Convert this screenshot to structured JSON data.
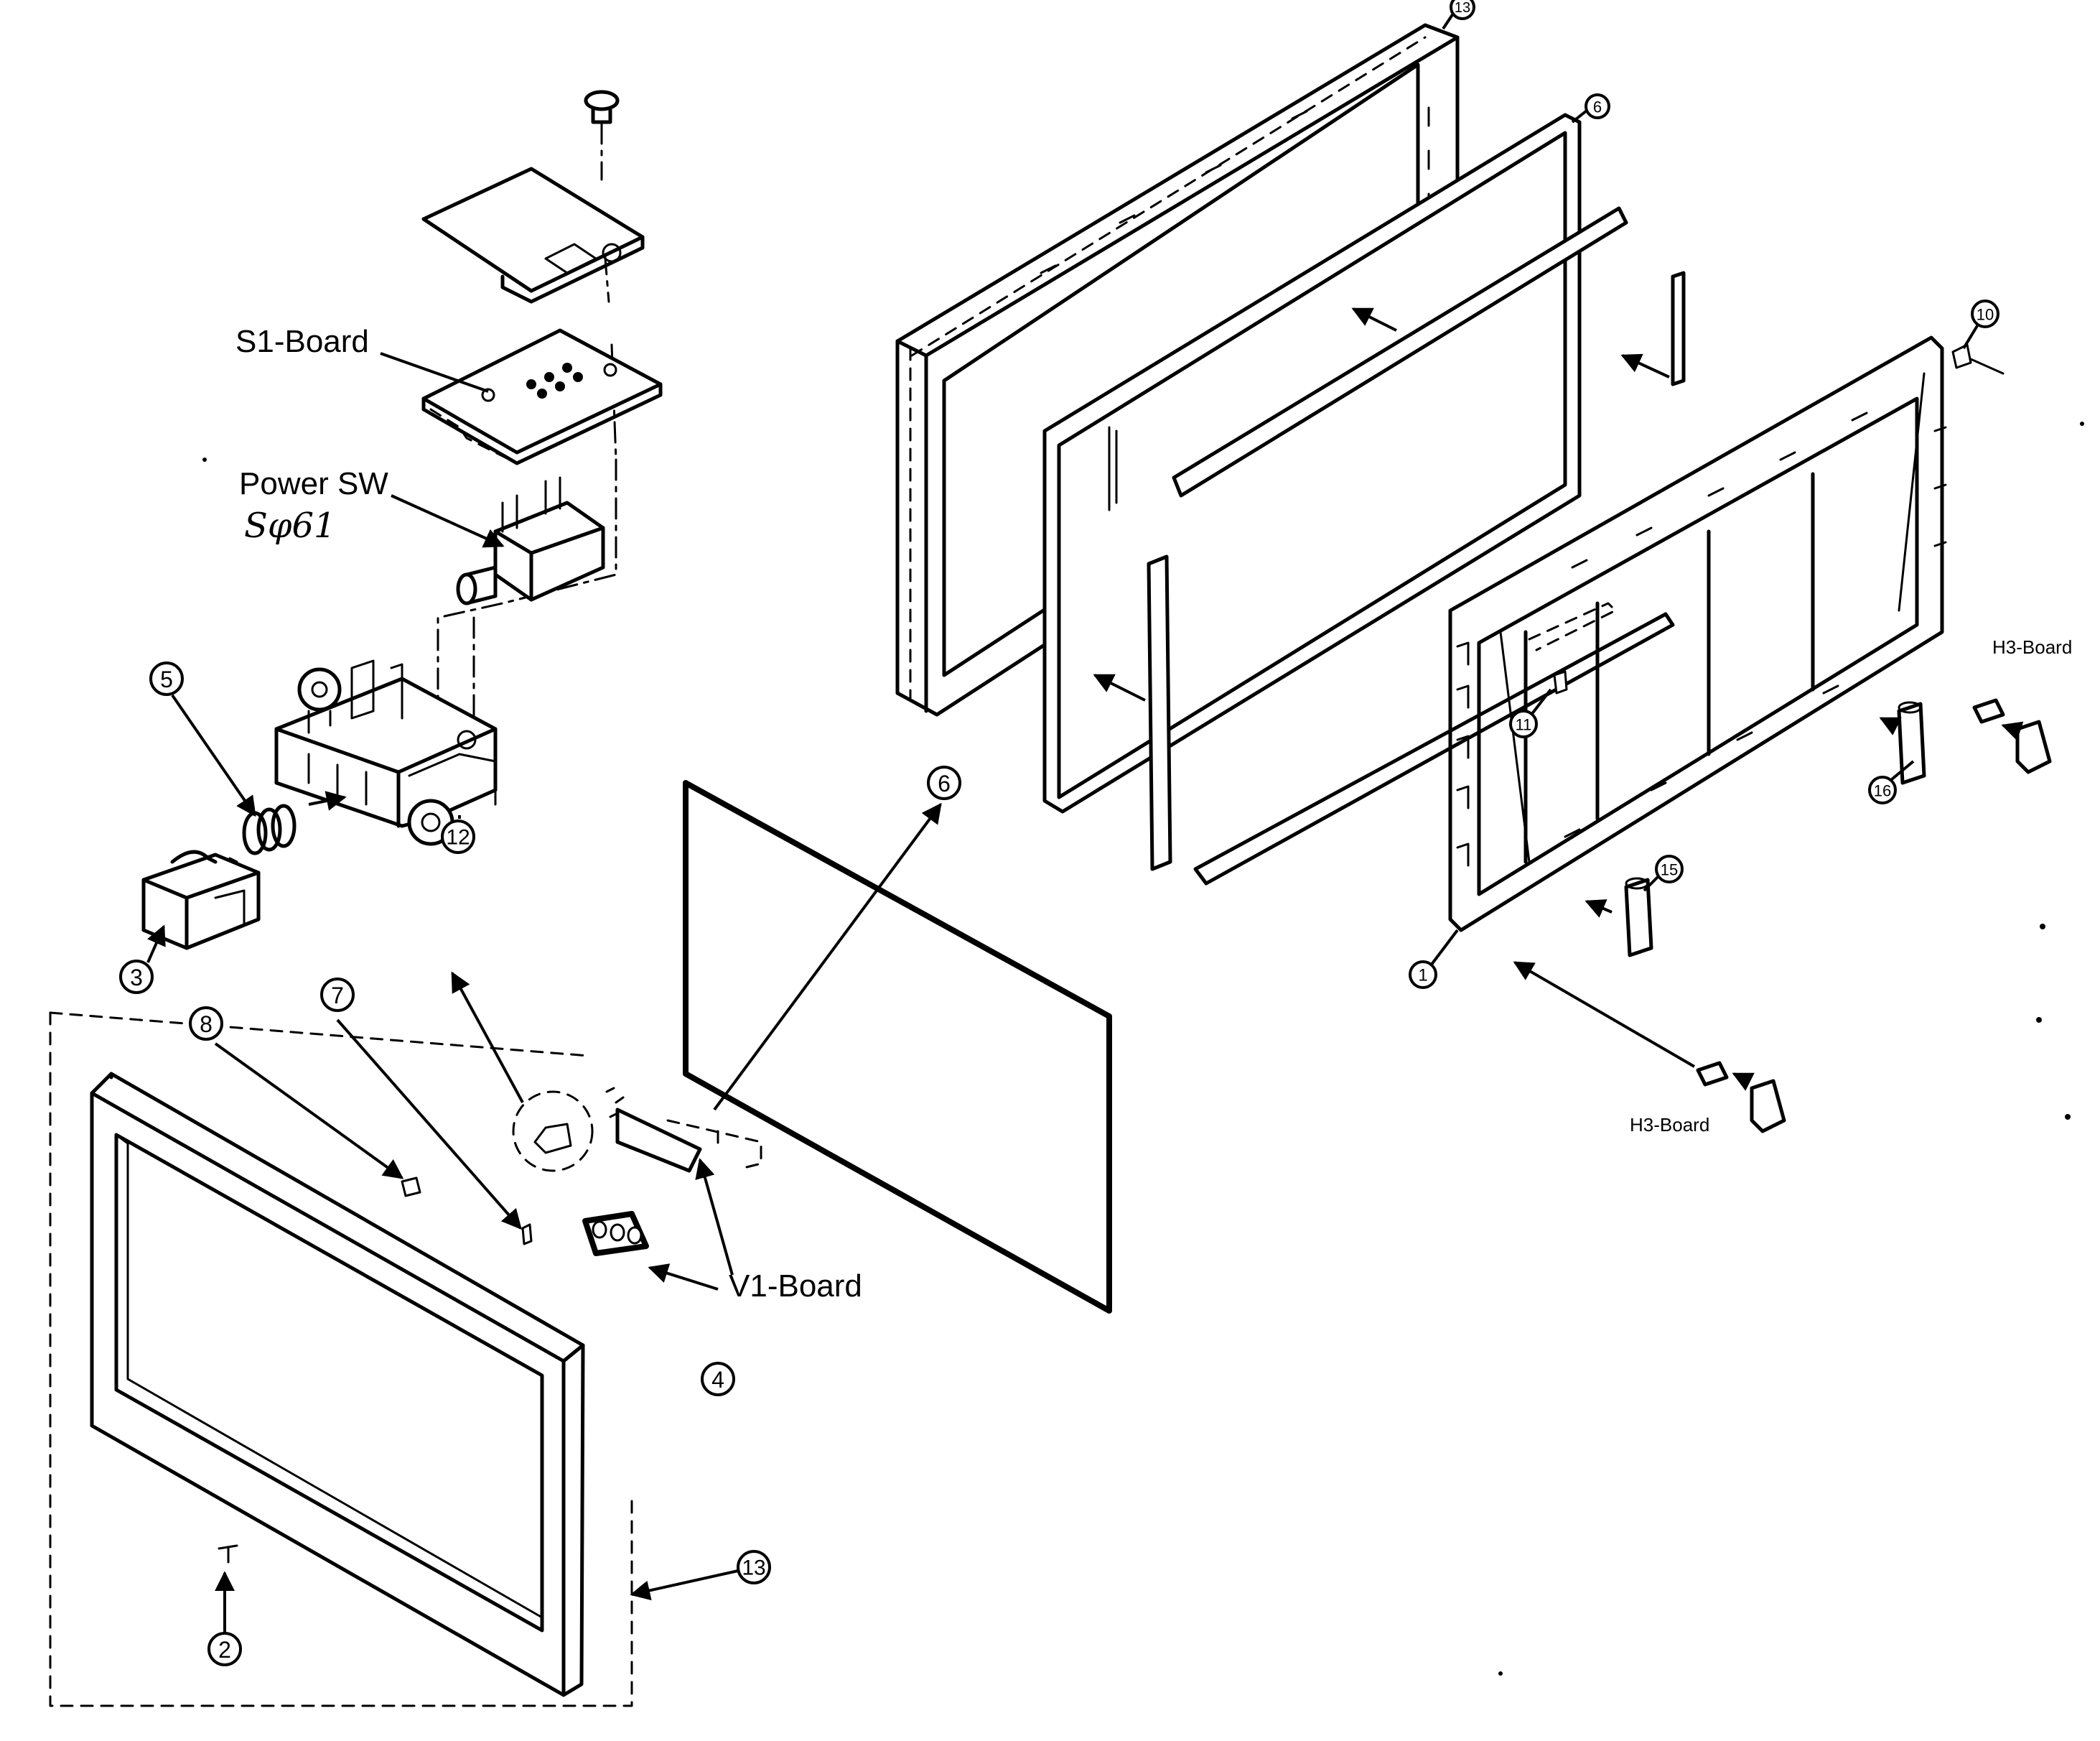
{
  "diagram": {
    "labels": {
      "s1_board": "S1-Board",
      "power_sw": "Power SW",
      "power_sw_note": "Sφ61",
      "v1_board": "V1-Board",
      "h3_board_top": "H3-Board",
      "h3_board_bottom": "H3-Board"
    },
    "callouts": {
      "c1": "1",
      "c2": "2",
      "c3": "3",
      "c4": "4",
      "c5": "5",
      "c6_large": "6",
      "c6_small": "6",
      "c7": "7",
      "c8": "8",
      "c10": "10",
      "c11": "11",
      "c12": "12",
      "c13_top": "13",
      "c13_bottom": "13",
      "c15": "15",
      "c16": "16"
    }
  }
}
